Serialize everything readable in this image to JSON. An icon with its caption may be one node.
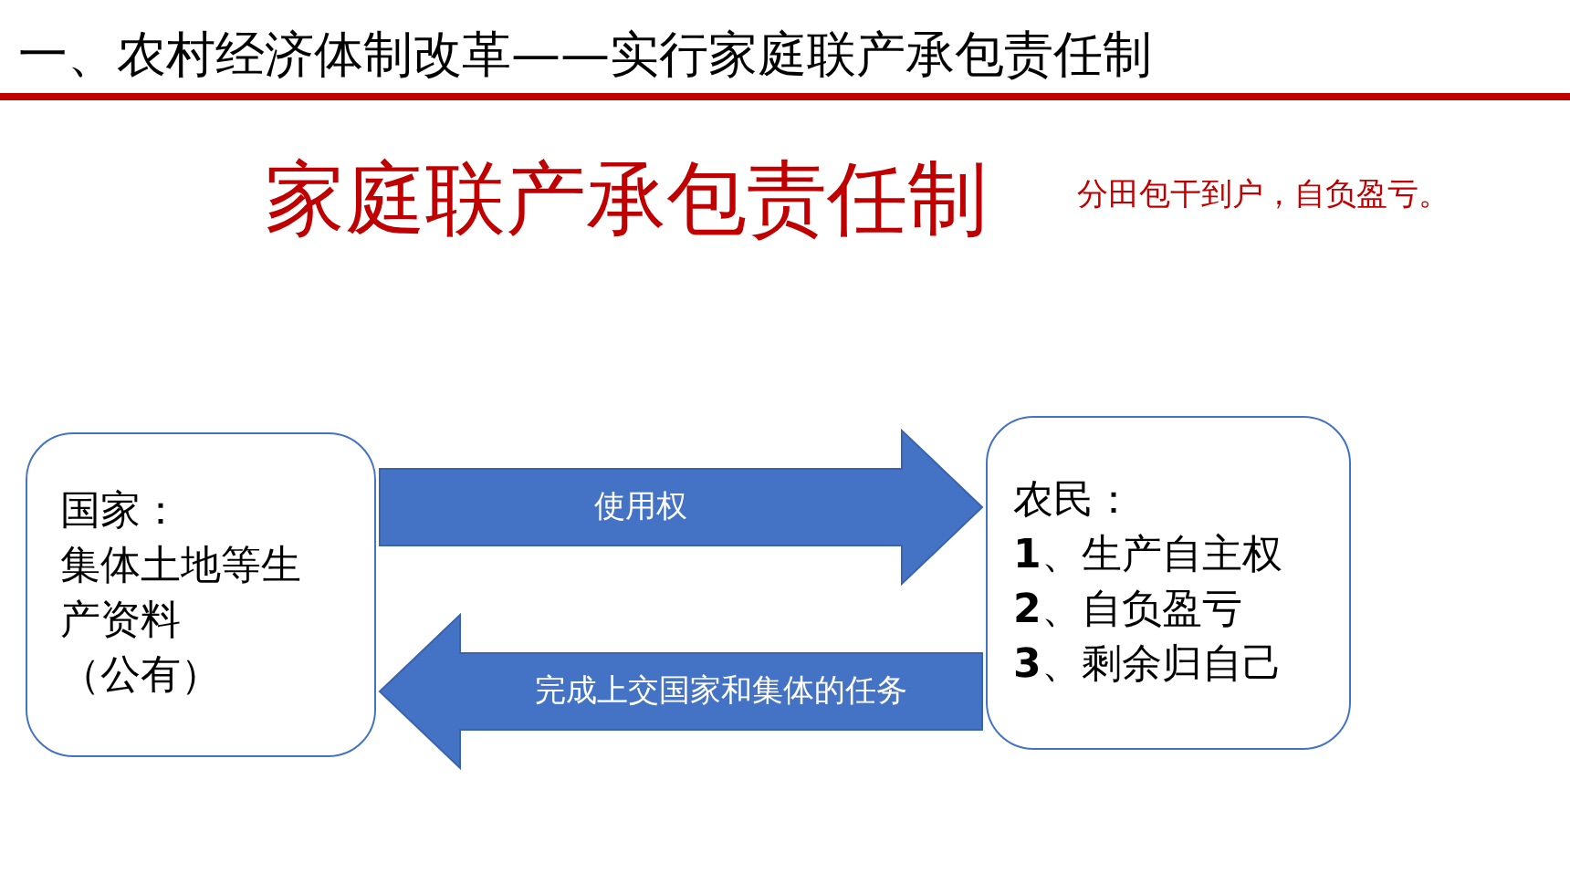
{
  "diagram": {
    "title": "一、农村经济体制改革——实行家庭联产承包责任制",
    "nodes": [
      {
        "text": [
          "国家：",
          "集体土地等生产资料",
          "（公有）"
        ]
      },
      {
        "text": [
          "农民：",
          "**1**、生产自主权",
          "**2**、自负盈亏",
          "**3**、剩余归自己"
        ]
      }
    ],
    "edges": [
      {
        "from": 0,
        "to": 1,
        "arrow": "to",
        "label": "使用权"
      },
      {
        "from": 1,
        "to": 0,
        "arrow": "to",
        "label": "完成上交国家和集体的任务"
      }
    ],
    "labels": [
      "家庭联产承包责任制",
      "分田包干到户，自负盈亏。"
    ]
  }
}
